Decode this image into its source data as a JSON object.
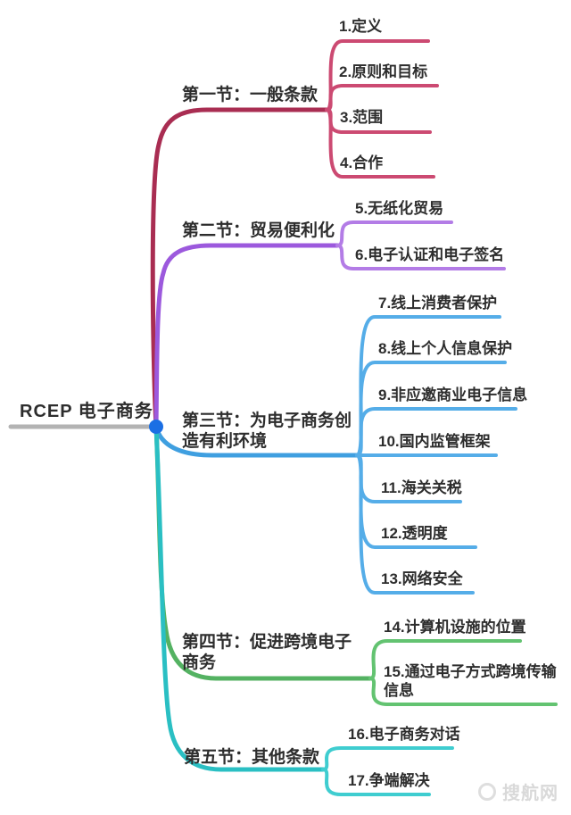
{
  "root": {
    "label": "RCEP 电子商务"
  },
  "branches": [
    {
      "label": "第一节：一般条款",
      "color": "#a92d52",
      "child_color": "#cc4a72",
      "children": [
        "1.定义",
        "2.原则和目标",
        "3.范围",
        "4.合作"
      ]
    },
    {
      "label": "第二节：贸易便利化",
      "color": "#9c59dd",
      "child_color": "#b37ce6",
      "children": [
        "5.无纸化贸易",
        "6.电子认证和电子签名"
      ]
    },
    {
      "label": "第三节：为电子商务创造有利环境",
      "color": "#3f9fe0",
      "child_color": "#55ade8",
      "children": [
        "7.线上消费者保护",
        "8.线上个人信息保护",
        "9.非应邀商业电子信息",
        "10.国内监管框架",
        "11.海关关税",
        "12.透明度",
        "13.网络安全"
      ]
    },
    {
      "label": "第四节：促进跨境电子商务",
      "color": "#54b262",
      "child_color": "#63c371",
      "children": [
        "14.计算机设施的位置",
        "15.通过电子方式跨境传输信息"
      ]
    },
    {
      "label": "第五节：其他条款",
      "color": "#2abfc3",
      "child_color": "#3fcdd0",
      "children": [
        "16.电子商务对话",
        "17.争端解决"
      ]
    }
  ],
  "colors": {
    "root_line": "#b3b3b3",
    "junction_dot": "#1b6fe4",
    "text": "#2d2d2d"
  },
  "watermark": {
    "label": "搜航网"
  }
}
